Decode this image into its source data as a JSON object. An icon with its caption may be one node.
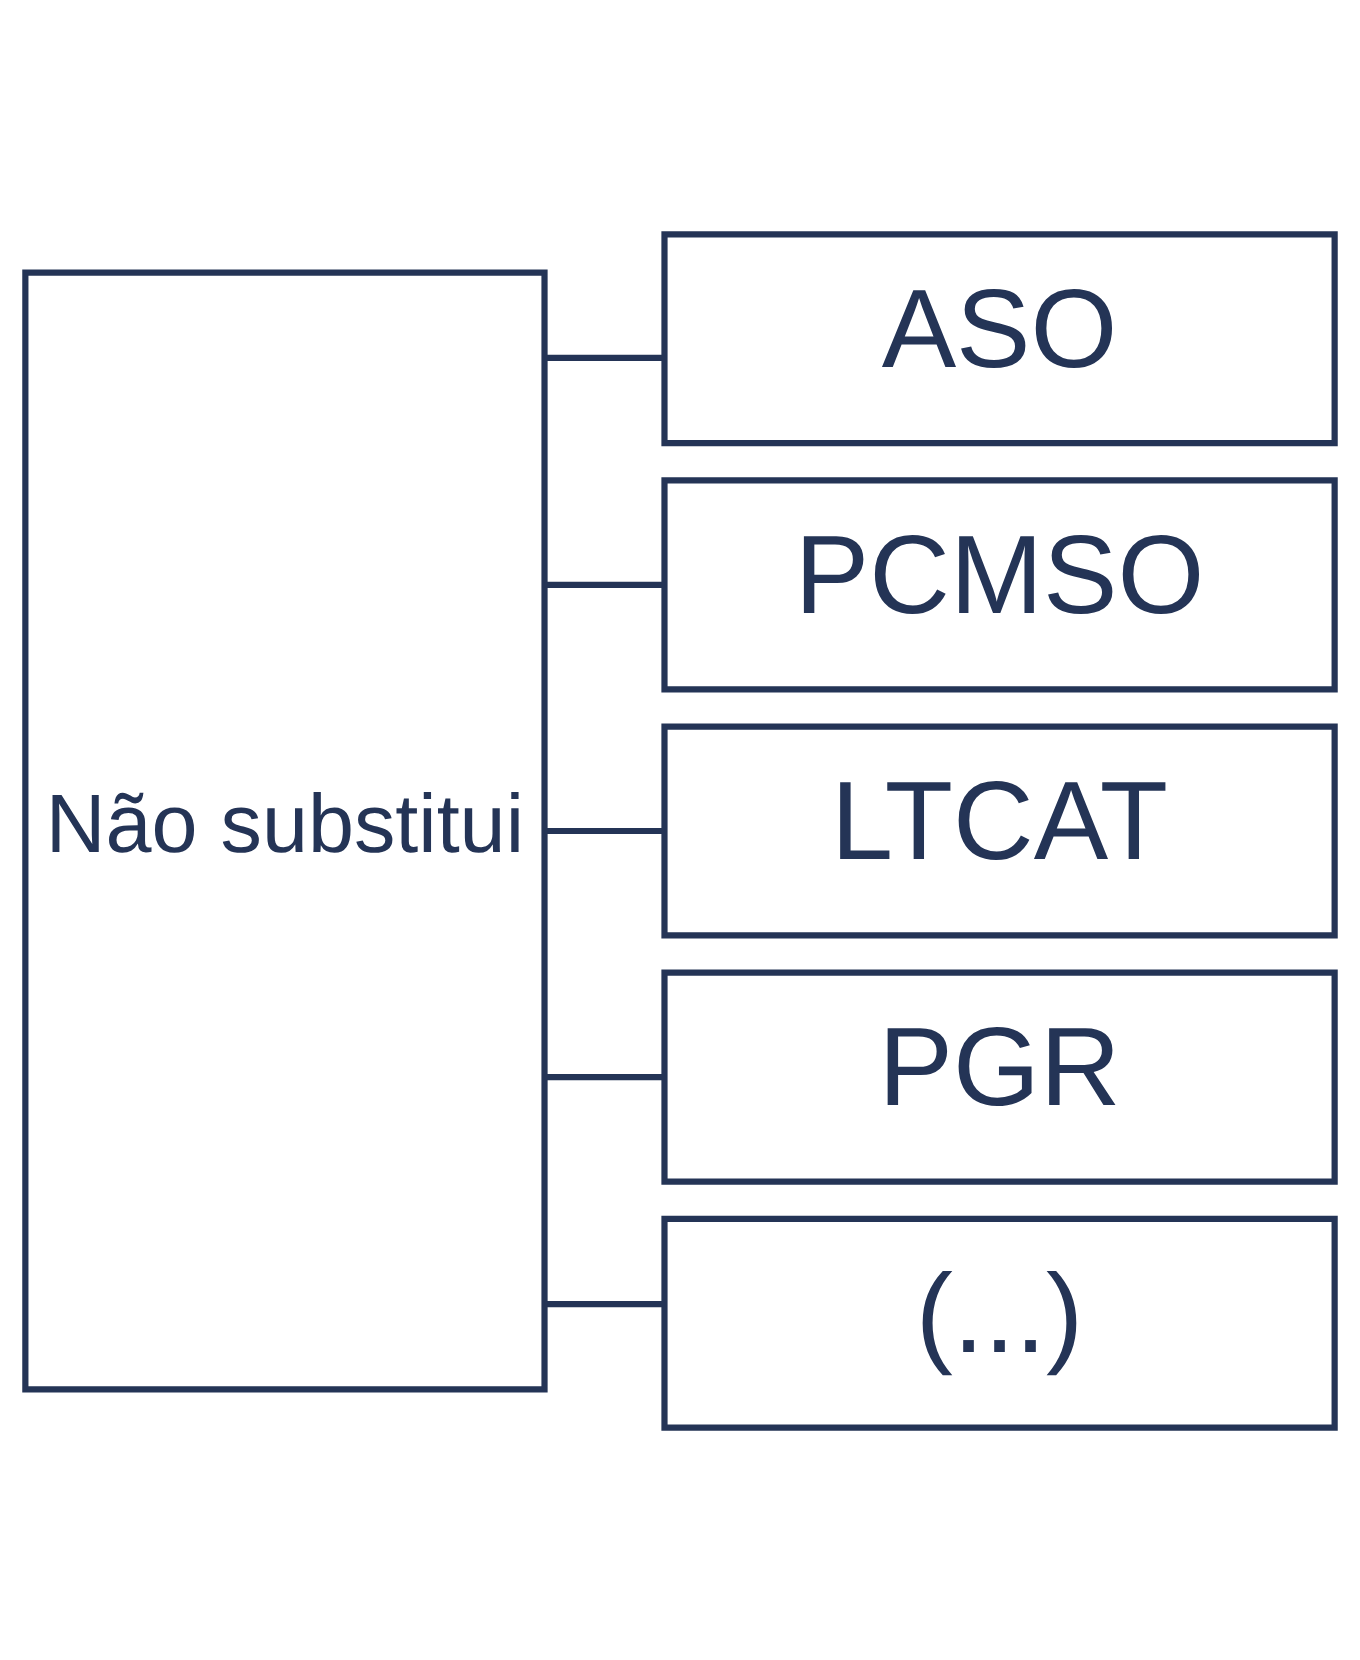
{
  "diagram": {
    "nodes": [
      {
        "text": [
          "Não substitui"
        ]
      },
      {
        "text": [
          "ASO"
        ]
      },
      {
        "text": [
          "PCMSO"
        ]
      },
      {
        "text": [
          "LTCAT"
        ]
      },
      {
        "text": [
          "PGR"
        ]
      },
      {
        "text": [
          "(...)"
        ]
      }
    ],
    "edges": [
      {
        "from": 0,
        "to": 1,
        "arrow": "none"
      },
      {
        "from": 0,
        "to": 2,
        "arrow": "none"
      },
      {
        "from": 0,
        "to": 3,
        "arrow": "none"
      },
      {
        "from": 0,
        "to": 4,
        "arrow": "none"
      },
      {
        "from": 0,
        "to": 5,
        "arrow": "none"
      }
    ]
  }
}
